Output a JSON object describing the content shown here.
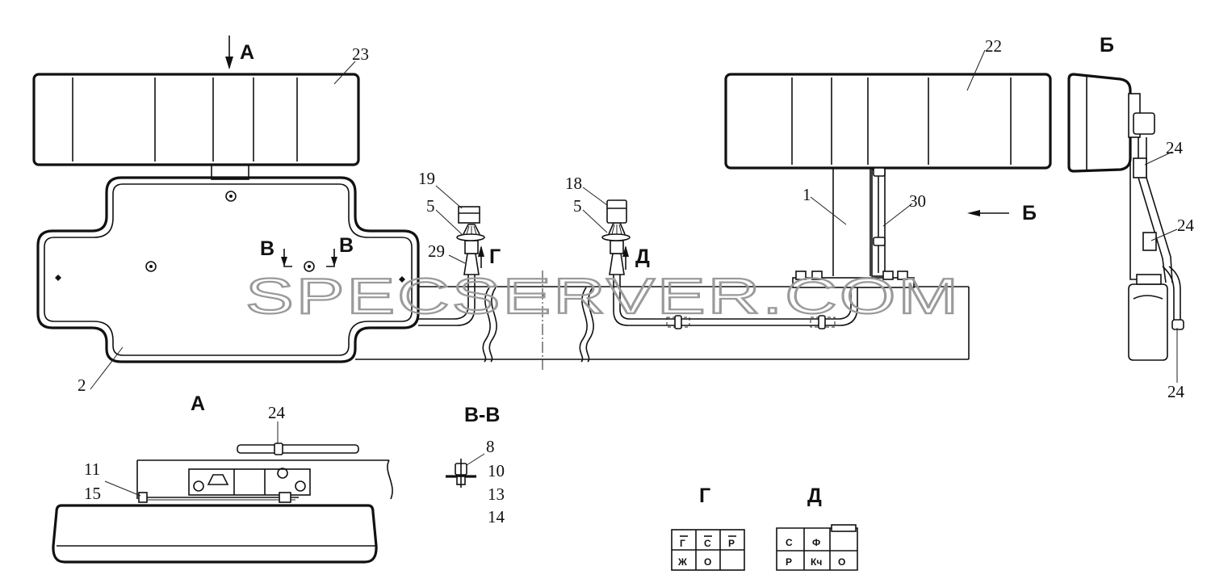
{
  "views": {
    "a": "А",
    "b": "Б",
    "v": "В",
    "g": "Г",
    "d": "Д",
    "section_vv": "В-В"
  },
  "parts": {
    "p1": "1",
    "p2": "2",
    "p5": "5",
    "p8": "8",
    "p10": "10",
    "p11": "11",
    "p13": "13",
    "p14": "14",
    "p15": "15",
    "p18": "18",
    "p19": "19",
    "p22": "22",
    "p23": "23",
    "p24": "24",
    "p29": "29",
    "p30": "30"
  },
  "connector_g": {
    "row1": [
      "Г",
      "С",
      "Р"
    ],
    "row2": [
      "Ж",
      "О",
      ""
    ]
  },
  "connector_d": {
    "row1": [
      "С",
      "Ф",
      ""
    ],
    "row2": [
      "Р",
      "Кч",
      "О"
    ]
  },
  "watermark": "SPECSERVER.COM"
}
